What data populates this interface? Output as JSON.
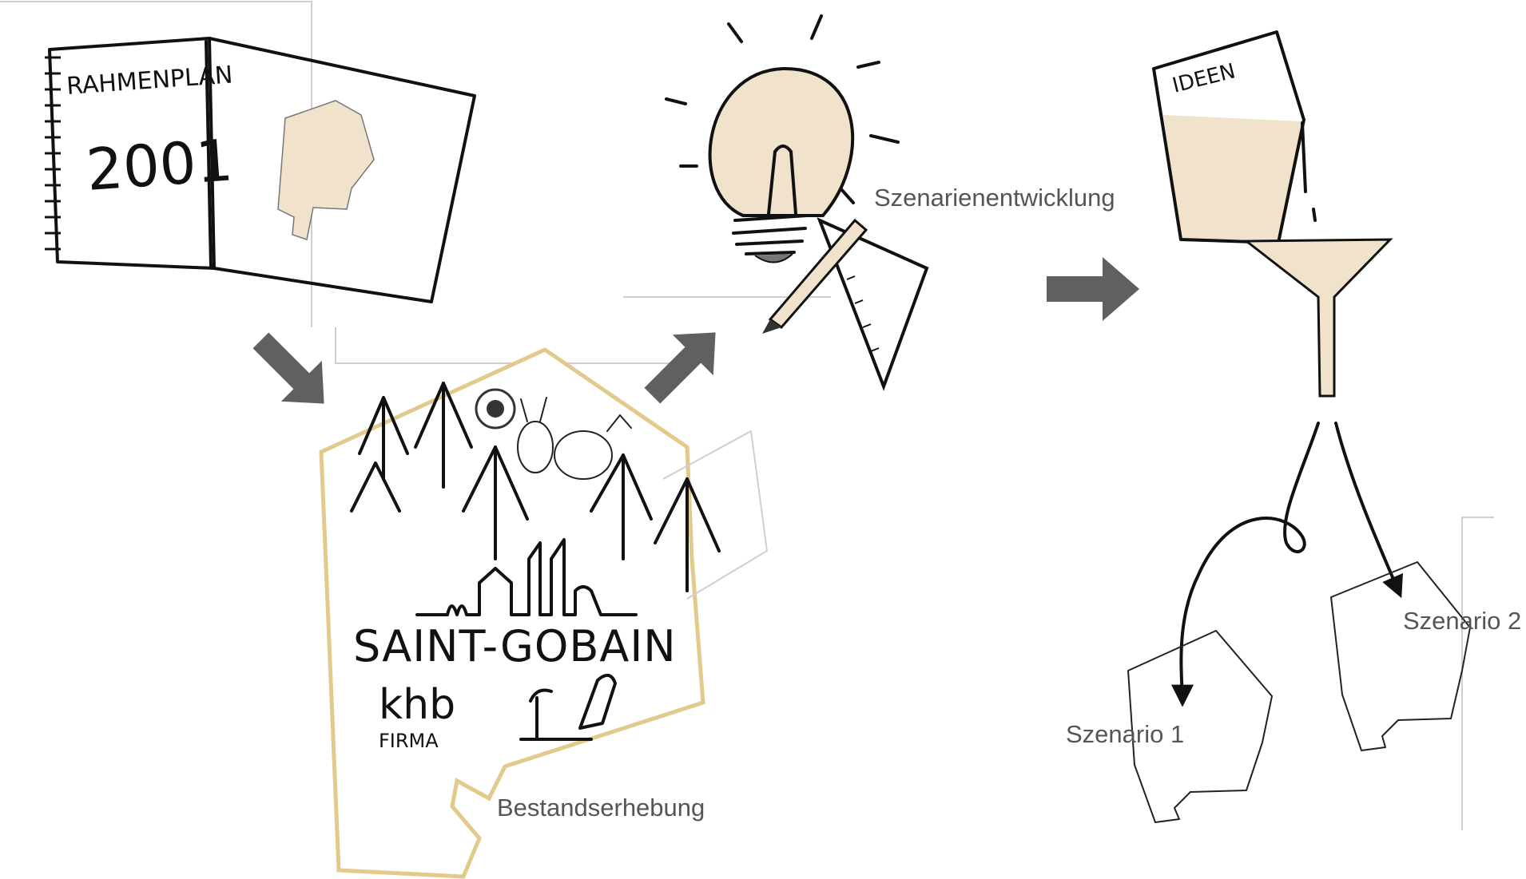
{
  "labels": {
    "bestand": "Bestandserhebung",
    "szenarien": "Szenarienentwicklung",
    "szenario1": "Szenario 1",
    "szenario2": "Szenario 2"
  },
  "sketch_text": {
    "notebook_title": "RAHMENPLAN",
    "notebook_year": "2001",
    "company": "SAINT-GOBAIN",
    "khb": "khb",
    "firma": "FIRMA",
    "cup": "IDEEN"
  },
  "colors": {
    "beige": "#f1e2cc",
    "arrow_gray": "#606060",
    "site_outline": "#e2c98c",
    "label_gray": "#555555"
  }
}
